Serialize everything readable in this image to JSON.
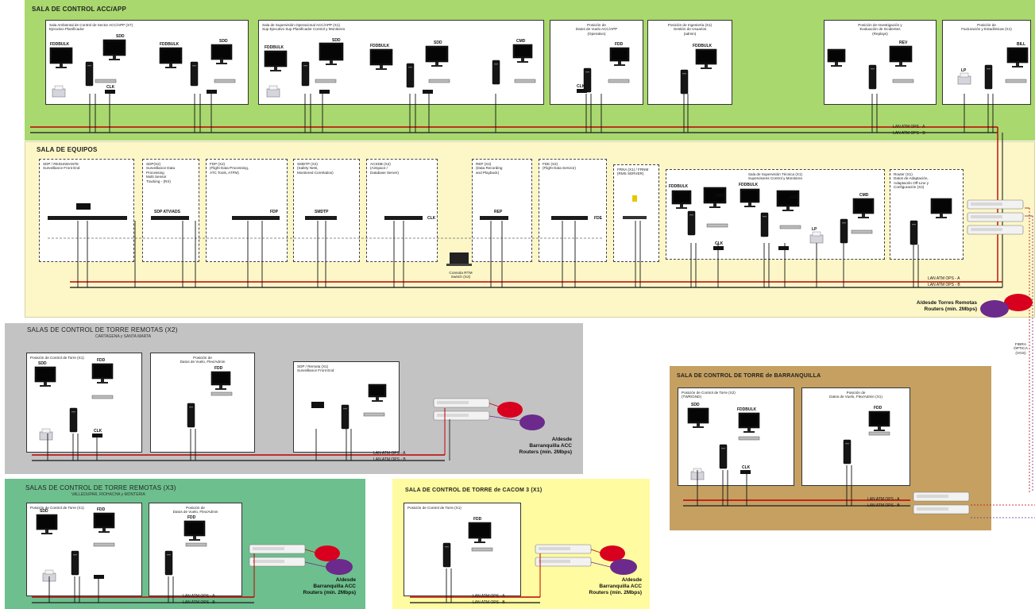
{
  "zones": {
    "acc": {
      "title": "SALA DE CONTROL ACC/APP",
      "color": "#a9d86e"
    },
    "equipos": {
      "title": "SALA DE EQUIPOS",
      "color": "#fdf7c7"
    },
    "remotas2": {
      "title": "SALAS DE CONTROL DE TORRE REMOTAS    (X2)",
      "subtitle": "CARTAGENA y SANTA MARTA",
      "color": "#c3c3c3"
    },
    "remotas3": {
      "title": "SALAS DE CONTROL DE TORRE REMOTAS    (X3)",
      "subtitle": "VALLEDUPAR, RIOHACHA y MONTERIA",
      "color": "#6dbf8e"
    },
    "cacom": {
      "title": "SALA DE CONTROL DE TORRE de CACOM 3    (X1)",
      "color": "#fefba0"
    },
    "barranquilla": {
      "title": "SALA DE CONTROL DE TORRE de BARRANQUILLA",
      "color": "#c5a061"
    }
  },
  "acc_boxes": [
    "Sala Ambiental de Control de Sector ACC/APP (X7)\nEjecutivo                Planificador",
    "Sala de Supervisión Operacional ACC/APP   (X1)\nSup Ejecutivo              Sup Planificador         Control y Monitoreo",
    "Posición de\nDatos de Vuelo ACC/APP\n(Operativo)",
    "Posición de Ingeniería (X1)\nGestión de Usuarios\n(admin)",
    "Posición de Investigación y\nEvaluación de Incidentes\n(Replays)",
    "Posición de\nFacturación y Estadísticas   (X1)"
  ],
  "equipos_boxes": [
    "SDP / REDUNDANTE\nSurveillance Front End",
    "SDP(X2)\nSurveillance Data\nProcessing\nMulti Sensor\nTracking - (RX)",
    "FDP (X2)\n(Flight Data Processing,\nATC Tools, ATFM)",
    "SMDTP (X2)\n(Safety Nets,\nMonitored Correlation)",
    "ACSDB (X2)\n(Airspace /\nDatabase Server)",
    "REP (X2)\n(Data Recording\nand Playback)",
    "FDE (X2)\n(Flight Data Service)",
    "FRNA (X1) / FRNM\n(RMS SERVER)",
    "Sala de Supervisión Técnica (X1)\nSupervisores                         Control y Monitoreo",
    "Router (X1)\nDatos de Adaptación,\nAdaptación Off-Line y\nConfiguración (X2)"
  ],
  "remotas_boxes": {
    "r2_pos_control": "Posición de Control de Torre   (X1)",
    "r2_pos_datos": "Posición de\nDatos de Vuelo, Flex/Admin",
    "r2_sdp": "SDP / Remota (X1)\nSurveillance Front End",
    "r3_pos_control": "Posición de Control de Torre   (X1)",
    "r3_pos_datos": "Posición de\nDatos de Vuelo, Flex/Admin",
    "cacom_pos": "Posición de Control de Torre   (X1)",
    "bq_pos_control": "Posición de Control de Torre   (X2)\n(TWR/GND)",
    "bq_pos_datos": "Posición de\nDatos de Vuelo, Flex/Admin   (X1)"
  },
  "device_tags": {
    "fdd": "FDD",
    "sdd": "SDD",
    "fdd_bulk": "FDDBULK",
    "cmd": "CMD",
    "clk": "CLK",
    "sdd_label": "SDD",
    "lp": "LP",
    "bill": "BILL",
    "fdddbulk": "FDDBULK"
  },
  "lan_labels": {
    "acc_a": "LAN ATM OPS - A",
    "acc_b": "LAN ATM OPS - B",
    "eq_a": "LAN ATM OPS - A",
    "eq_b": "LAN ATM OPS - B",
    "r2_a": "LAN ATM OPS - A",
    "r2_b": "LAN ATM OPS - B",
    "r3_a": "LAN ATM OPS - A",
    "r3_b": "LAN ATM OPS - B",
    "cacom_a": "LAN ATM OPS - A",
    "cacom_b": "LAN ATM OPS - B",
    "bq_a": "LAN ATM OPS - A",
    "bq_b": "LAN ATM OPS - B"
  },
  "routers": {
    "torres": "A/desde Torres Remotas\nRouters (min. 2Mbps)",
    "r2": "A/desde\nBarranquilla ACC\nRouters (min. 2Mbps)",
    "r3": "A/desde\nBarranquilla ACC\nRouters (min. 2Mbps)",
    "cacom": "A/desde\nBarranquilla ACC\nRouters (min. 2Mbps)"
  },
  "misc": {
    "console": "Consola RTM\nSwitch (X2)",
    "fibra": "FIBRA\nÓPTICA\n(VGS)"
  }
}
